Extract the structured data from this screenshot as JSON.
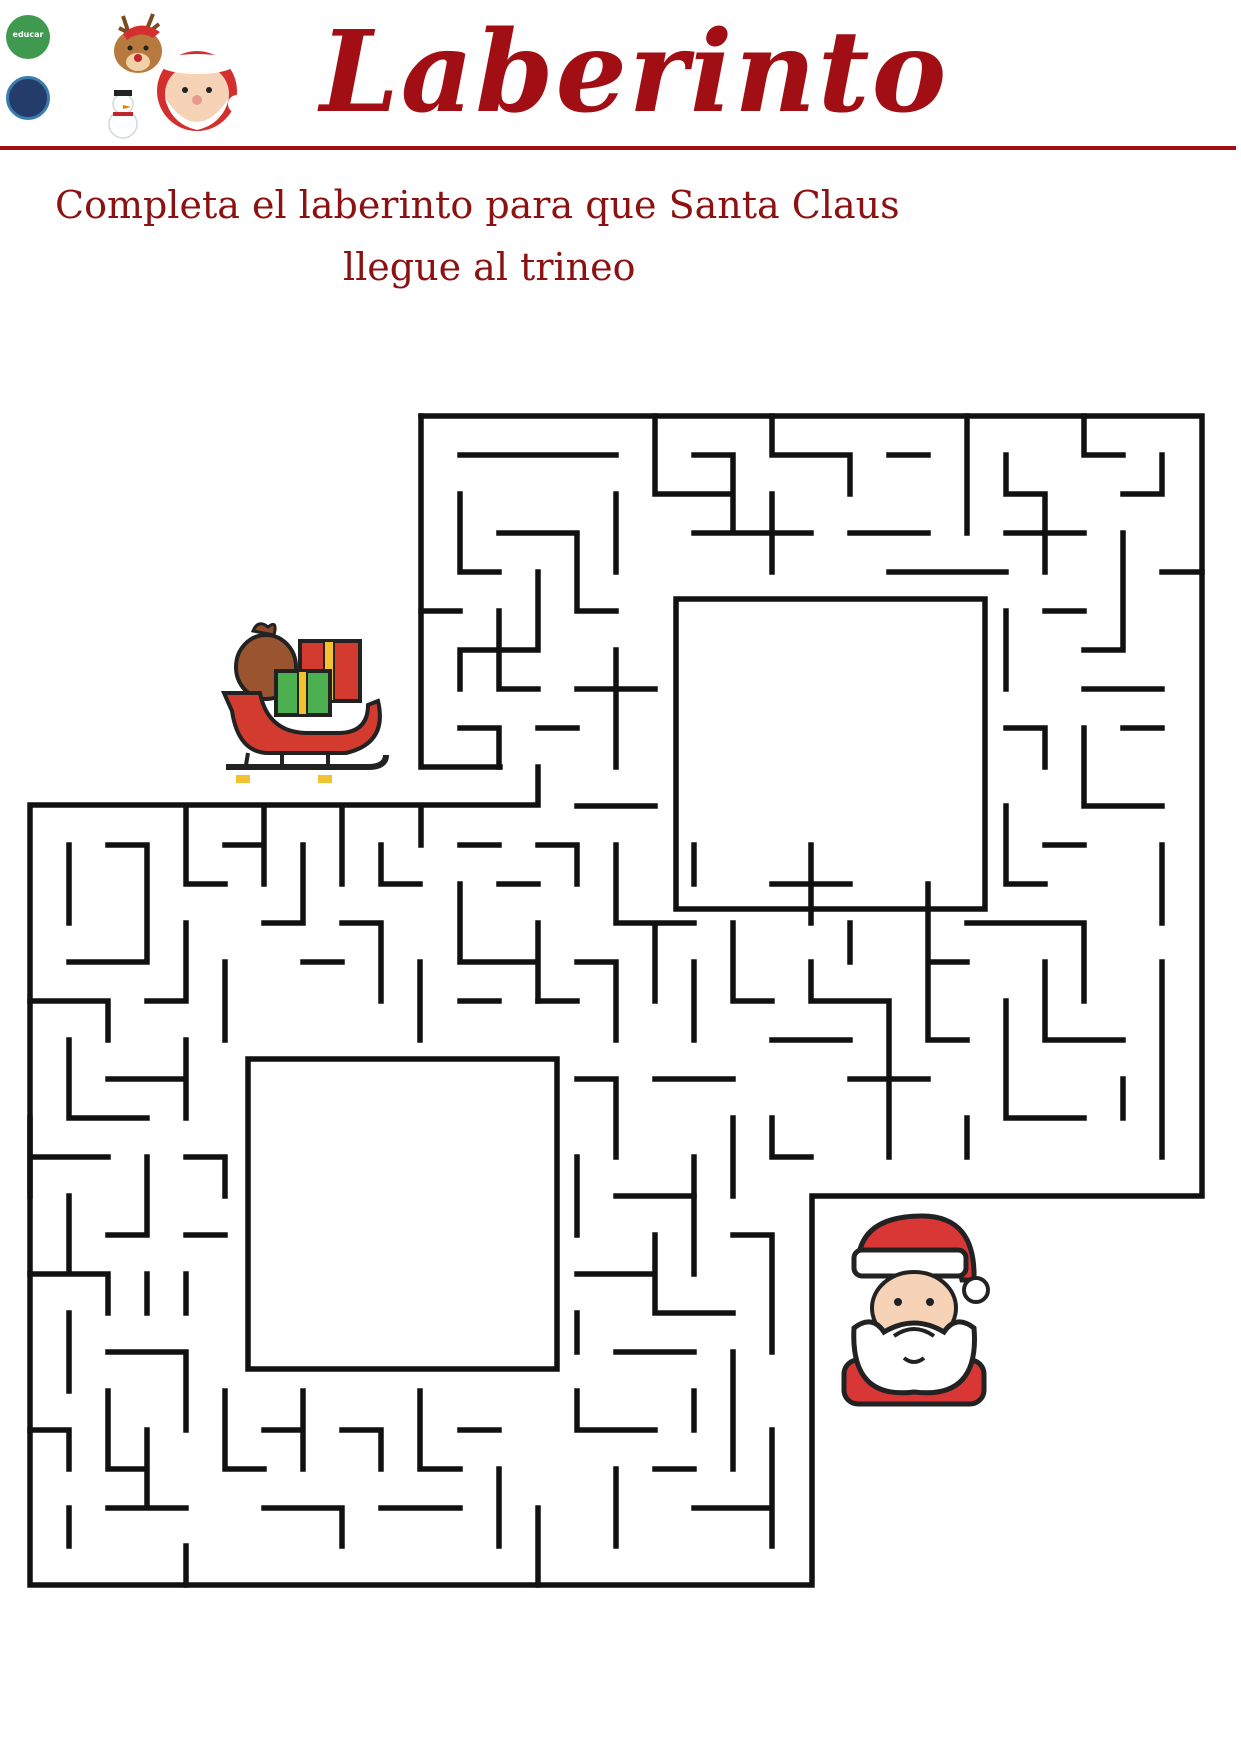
{
  "header": {
    "title": "Laberinto",
    "badge_top_text": "educar",
    "instruction_line1": "Completa el laberinto para que Santa Claus",
    "instruction_line2": "llegue al trineo"
  },
  "colors": {
    "title_red": "#a10f14",
    "instruction_red": "#8c1111",
    "maze_line": "#111111",
    "santa_red": "#d93636"
  },
  "icons": [
    "reindeer-santa-snowman-icon",
    "sleigh-with-gifts-icon",
    "santa-claus-icon"
  ]
}
